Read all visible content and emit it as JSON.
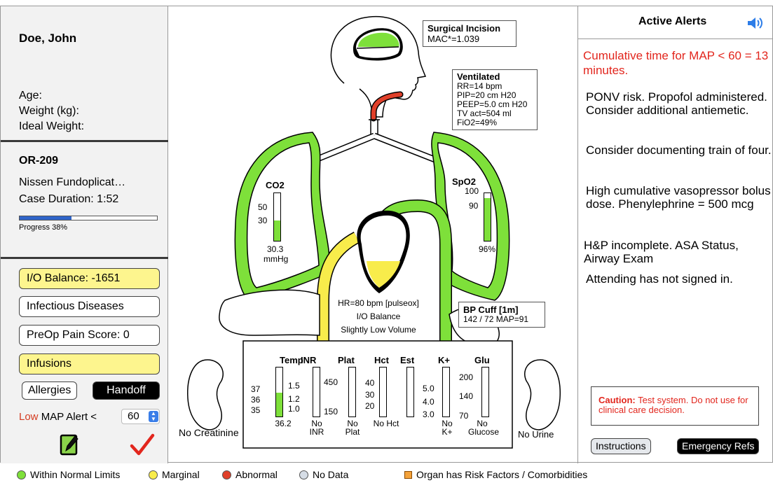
{
  "patient": {
    "name": "Doe, John",
    "age_label": "Age:",
    "weight_label": "Weight (kg):",
    "ideal_weight_label": "Ideal Weight:"
  },
  "case": {
    "room": "OR-209",
    "procedure": "Nissen Fundoplicat…",
    "duration": "Case Duration: 1:52",
    "progress": 0.38,
    "progress_label": "Progress 38%"
  },
  "buttons": {
    "io_balance": "I/O Balance: -1651",
    "infectious": "Infectious Diseases",
    "preop_pain": "PreOp Pain Score: 0",
    "infusions": "Infusions",
    "allergies": "Allergies",
    "handoff": "Handoff"
  },
  "map_alert": {
    "low": "Low",
    "label": "MAP Alert <",
    "value": "60"
  },
  "organs": {
    "surgical_title": "Surgical Incision",
    "surgical_mac": "MAC*=1.039",
    "vent_title": "Ventilated",
    "vent_lines": [
      "RR=14 bpm",
      "PIP=20 cm H20",
      "PEEP=5.0 cm H20",
      "TV act=504 ml",
      "FiO2=49%"
    ],
    "co2_title": "CO2",
    "co2_ticks": [
      "50",
      "30"
    ],
    "co2_value": "30.3",
    "co2_unit": "mmHg",
    "co2_level": 0.43,
    "spo2_title": "SpO2",
    "spo2_ticks": [
      "100",
      "90"
    ],
    "spo2_value": "96%",
    "spo2_level": 0.9,
    "heart_lines": [
      "HR=80 bpm [pulseox]",
      "I/O Balance",
      "Slightly Low Volume"
    ],
    "bp_title": "BP Cuff [1m]",
    "bp_value": "142 / 72 MAP=91",
    "creatinine": "No Creatinine",
    "urine": "No Urine"
  },
  "labs": {
    "temp": {
      "title": "Temp",
      "ticks": [
        "37",
        "36",
        "35"
      ],
      "value": "36.2",
      "level": 0.48
    },
    "inr": {
      "title": "INR",
      "ticks": [
        "1.5",
        "1.2",
        "1.0"
      ],
      "value": "No INR"
    },
    "plat": {
      "title": "Plat",
      "ticks": [
        "450",
        "150"
      ],
      "value": "No Plat"
    },
    "hct": {
      "title": "Hct",
      "ticks": [
        "40",
        "30",
        "20"
      ],
      "value": "No Hct"
    },
    "est": {
      "title": "Est"
    },
    "k": {
      "title": "K+",
      "ticks": [
        "5.0",
        "4.0",
        "3.0"
      ],
      "value": "No K+"
    },
    "glu": {
      "title": "Glu",
      "ticks": [
        "200",
        "140",
        "70"
      ],
      "value": "No Glucose"
    }
  },
  "alerts": {
    "title": "Active Alerts",
    "red": "Cumulative time for MAP < 60 = 13 minutes.",
    "items": [
      "PONV risk. Propofol administered. Consider additional antiemetic.",
      "Consider documenting train of four.",
      "High cumulative vasopressor bolus dose. Phenylephrine = 500 mcg",
      "H&P incomplete. ASA Status, Airway Exam",
      "Attending has not signed in."
    ],
    "caution_bold": "Caution:",
    "caution_text": "Test system. Do not use for clinical care decision.",
    "instructions": "Instructions",
    "emergency": "Emergency Refs"
  },
  "legend": {
    "normal": "Within Normal Limits",
    "marginal": "Marginal",
    "abnormal": "Abnormal",
    "nodata": "No Data",
    "risk": "Organ has Risk Factors / Comorbidities"
  },
  "colors": {
    "normal": "#7ee03a",
    "marginal": "#f8ec4b",
    "abnormal": "#e0402a",
    "nodata": "#d6dde6",
    "risk": "#f4a23a",
    "progress": "#2f64c9",
    "alert_red": "#e2261d"
  }
}
